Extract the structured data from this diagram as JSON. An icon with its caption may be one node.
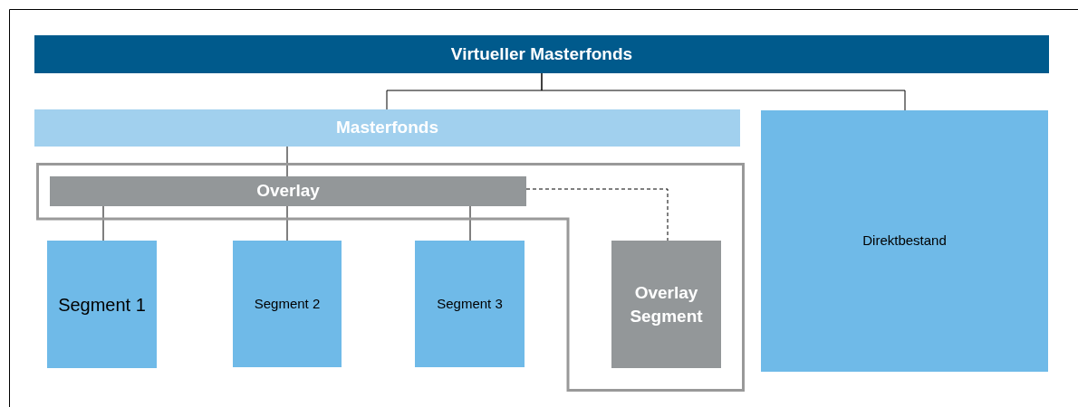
{
  "diagram": {
    "nodes": [
      {
        "text": [
          "Virtueller Masterfonds"
        ]
      },
      {
        "text": [
          "Masterfonds"
        ]
      },
      {
        "text": [
          "Direktbestand"
        ]
      },
      {
        "text": [],
        "shape": "box"
      },
      {
        "text": [
          "Overlay"
        ],
        "in": 3
      },
      {
        "text": [
          "Segment 1"
        ]
      },
      {
        "text": [
          "Segment 2"
        ]
      },
      {
        "text": [
          "Segment 3"
        ]
      },
      {
        "text": [
          "Overlay Segment"
        ],
        "in": 3
      }
    ],
    "edges": [
      {
        "from": 0,
        "to": 1,
        "arrow": "none"
      },
      {
        "from": 0,
        "to": 2,
        "arrow": "none"
      },
      {
        "from": 1,
        "to": 4,
        "arrow": "none"
      },
      {
        "from": 4,
        "to": 5,
        "arrow": "none"
      },
      {
        "from": 4,
        "to": 6,
        "arrow": "none"
      },
      {
        "from": 4,
        "to": 7,
        "arrow": "none"
      },
      {
        "from": 4,
        "to": 8,
        "arrow": "none",
        "style": "dashed"
      }
    ]
  }
}
